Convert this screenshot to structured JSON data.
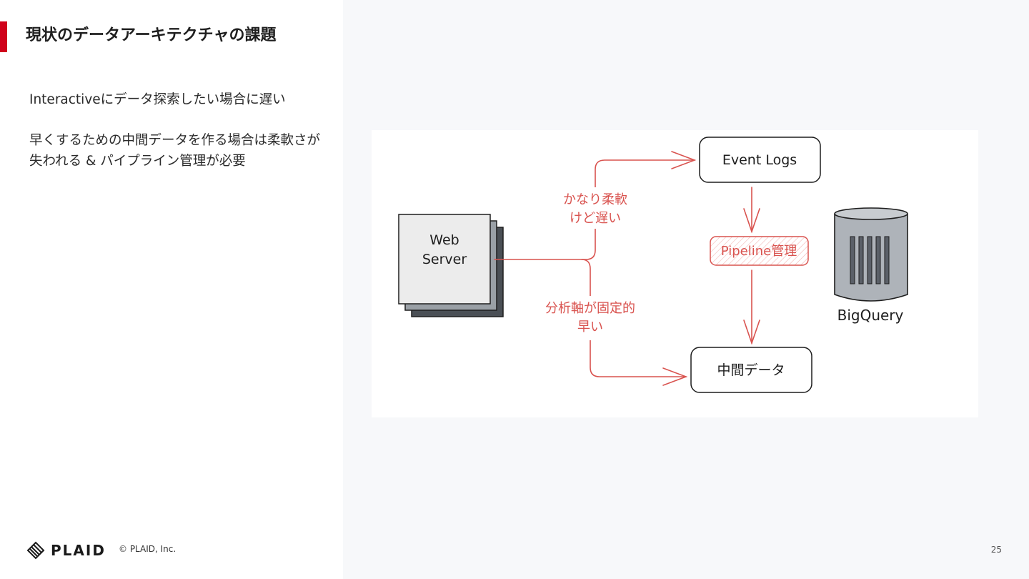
{
  "slide": {
    "title": "現状のデータアーキテクチャの課題",
    "bullets": [
      "Interactiveにデータ探索したい場合に遅い",
      "早くするための中間データを作る場合は柔軟さが失われる & パイプライン管理が必要"
    ],
    "page_number": "25"
  },
  "footer": {
    "logo_text": "PLAID",
    "copyright": "© PLAID, Inc."
  },
  "diagram": {
    "web_server_line1": "Web",
    "web_server_line2": "Server",
    "event_logs": "Event Logs",
    "pipeline": "Pipeline管理",
    "intermediate": "中間データ",
    "bigquery": "BigQuery",
    "upper_label_line1": "かなり柔軟",
    "upper_label_line2": "けど遅い",
    "lower_label_line1": "分析軸が固定的",
    "lower_label_line2": "早い",
    "colors": {
      "accent_red": "#d0021b",
      "sketch_red": "#d9534f",
      "ink": "#1e1e1e",
      "server_fill": "#ececec",
      "server_shadow": "#9aa0a6"
    }
  }
}
